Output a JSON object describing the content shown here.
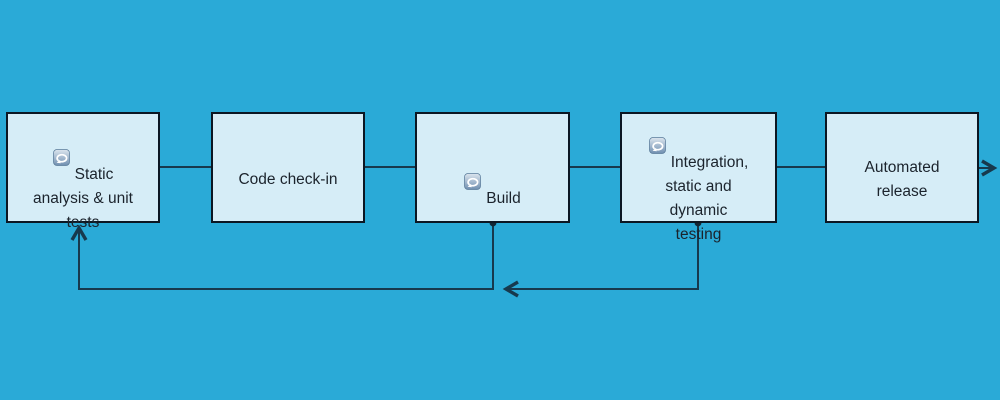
{
  "diagram": {
    "type": "flowchart",
    "description": "CI/CD pipeline flow with feedback loops",
    "nodes": [
      {
        "id": "static-analysis",
        "label": "Static\nanalysis & unit\ntests",
        "icon": "repeat-icon"
      },
      {
        "id": "code-check-in",
        "label": "Code check-in",
        "icon": null
      },
      {
        "id": "build",
        "label": "Build",
        "icon": "repeat-icon"
      },
      {
        "id": "integration-testing",
        "label": "Integration,\nstatic and\ndynamic\ntesting",
        "icon": "repeat-icon"
      },
      {
        "id": "automated-release",
        "label": "Automated\nrelease",
        "icon": null
      }
    ],
    "edges": [
      {
        "from": "static-analysis",
        "to": "code-check-in",
        "style": "plain"
      },
      {
        "from": "code-check-in",
        "to": "build",
        "style": "plain"
      },
      {
        "from": "build",
        "to": "integration-testing",
        "style": "plain"
      },
      {
        "from": "integration-testing",
        "to": "automated-release",
        "style": "plain"
      },
      {
        "from": "automated-release",
        "to": "off-canvas-right",
        "style": "arrow"
      },
      {
        "from": "build",
        "to": "static-analysis",
        "style": "feedback-arrow-up"
      },
      {
        "from": "integration-testing",
        "to": "build-feedback-path",
        "style": "feedback-arrow-left"
      }
    ],
    "colors": {
      "background": "#2aaad7",
      "node_fill": "#d6edf7",
      "node_border": "#0c1723",
      "connector": "#17394d",
      "text": "#1b232c"
    }
  }
}
